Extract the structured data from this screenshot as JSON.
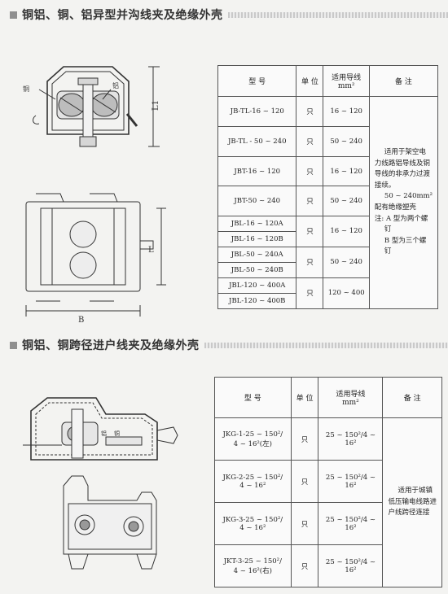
{
  "section1": {
    "title": "铜铝、铜、铝异型并沟线夹及绝缘外壳",
    "drawing_labels": {
      "copper": "铜",
      "aluminum": "铝",
      "l1": "L1",
      "l": "L",
      "b": "B"
    },
    "table": {
      "headers": {
        "model": "型 号",
        "unit": "单 位",
        "conductor": "适用导线",
        "conductor_unit": "mm²",
        "remarks": "备 注"
      },
      "rows": [
        {
          "model": "JB-TL-16 ~ 120",
          "unit": "只",
          "conductor": "16 ~ 120"
        },
        {
          "model": "JB-TL - 50 ~ 240",
          "unit": "只",
          "conductor": "50 ~ 240"
        },
        {
          "model": "JBT-16 ~ 120",
          "unit": "只",
          "conductor": "16 ~ 120"
        },
        {
          "model": "JBT-50 ~ 240",
          "unit": "只",
          "conductor": "50 ~ 240"
        }
      ],
      "groups": [
        {
          "models": [
            "JBL-16 ~ 120A",
            "JBL-16 ~ 120B"
          ],
          "unit": "只",
          "conductor": "16 ~ 120"
        },
        {
          "models": [
            "JBL-50 ~ 240A",
            "JBL-50 ~ 240B"
          ],
          "unit": "只",
          "conductor": "50 ~ 240"
        },
        {
          "models": [
            "JBL-120 ~ 400A",
            "JBL-120 ~ 400B"
          ],
          "unit": "只",
          "conductor": "120 ~ 400"
        }
      ],
      "remarks": [
        "适用于架空电",
        "力线路铝导线及铜",
        "导线的非承力过渡",
        "接续。",
        "50 ~ 240mm²",
        "配有绝缘塑壳",
        "注: A 型为两个螺",
        "钉",
        "B 型为三个螺",
        "钉"
      ]
    }
  },
  "section2": {
    "title": "铜铝、铜跨径进户线夹及绝缘外壳",
    "drawing_labels": {
      "aluminum": "铝",
      "copper": "铜"
    },
    "table": {
      "headers": {
        "model": "型 号",
        "unit": "单 位",
        "conductor": "适用导线",
        "conductor_unit": "mm²",
        "remarks": "备 注"
      },
      "rows": [
        {
          "model_line1": "JKG-1-25 ~ 150²/",
          "model_line2": "4 ~ 16²(左)",
          "unit": "只",
          "conductor": "25 ~ 150²/4 ~ 16²"
        },
        {
          "model_line1": "JKG-2-25 ~ 150²/",
          "model_line2": "4 ~ 16²",
          "unit": "只",
          "conductor": "25 ~ 150²/4 ~ 16²"
        },
        {
          "model_line1": "JKG-3-25 ~ 150²/",
          "model_line2": "4 ~ 16²",
          "unit": "只",
          "conductor": "25 ~ 150²/4 ~ 16²"
        },
        {
          "model_line1": "JKT-3-25 ~ 150²/",
          "model_line2": "4 ~ 16²(右)",
          "unit": "只",
          "conductor": "25 ~ 150²/4 ~ 16²"
        }
      ],
      "remarks": [
        "适用于城镇",
        "低压输电线路进",
        "户线跨径连接"
      ]
    }
  }
}
